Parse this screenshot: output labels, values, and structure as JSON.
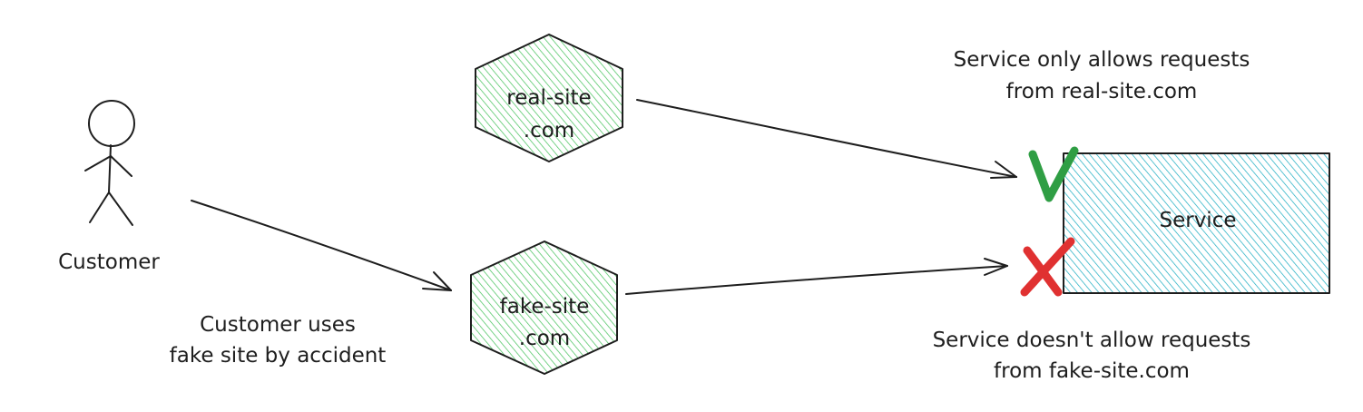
{
  "colors": {
    "stroke": "#1e1e1e",
    "site_fill": "#40c057",
    "service_fill": "#15aabf",
    "allowed_mark": "#2f9e44",
    "denied_mark": "#e03131"
  },
  "actor": {
    "label": "Customer",
    "icon": "stick-figure-icon"
  },
  "note_customer": {
    "line1": "Customer uses",
    "line2": "fake site by accident"
  },
  "sites": {
    "real": {
      "line1": "real-site",
      "line2": ".com"
    },
    "fake": {
      "line1": "fake-site",
      "line2": ".com"
    }
  },
  "service": {
    "label": "Service"
  },
  "note_allowed": {
    "line1": "Service only allows requests",
    "line2": "from real-site.com"
  },
  "note_denied": {
    "line1": "Service doesn't allow requests",
    "line2": "from fake-site.com"
  },
  "marks": {
    "allowed_icon": "check-v-icon",
    "denied_icon": "cross-x-icon"
  }
}
